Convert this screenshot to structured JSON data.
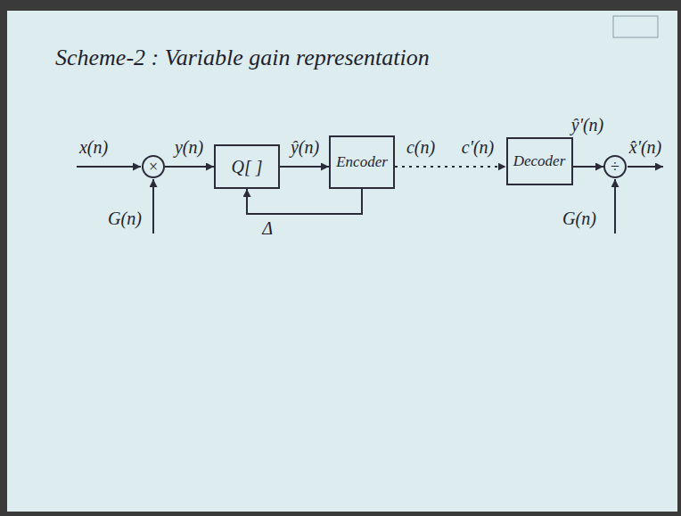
{
  "diagram": {
    "title": "Scheme-2 : Variable gain representation",
    "nodes": [
      {
        "text": [
          "×"
        ]
      },
      {
        "text": [
          "Q[ ]"
        ]
      },
      {
        "text": [
          "Encoder"
        ]
      },
      {
        "text": [
          "Decoder"
        ]
      },
      {
        "text": [
          "÷"
        ]
      }
    ],
    "edges": [
      {
        "from": 0,
        "to": 1,
        "arrow": "to",
        "label": "y(n)"
      },
      {
        "from": 1,
        "to": 2,
        "arrow": "to",
        "label": "ŷ(n)"
      },
      {
        "from": 2,
        "to": 1,
        "arrow": "to",
        "label": "Δ"
      },
      {
        "from": 2,
        "to": 3,
        "arrow": "to"
      },
      {
        "from": 3,
        "to": 4,
        "arrow": "to",
        "label": "ŷ'(n)"
      }
    ],
    "labels": [
      "x(n)",
      "G(n)",
      "c(n)",
      "c'(n)",
      "G(n)",
      "x̂'(n)"
    ]
  }
}
